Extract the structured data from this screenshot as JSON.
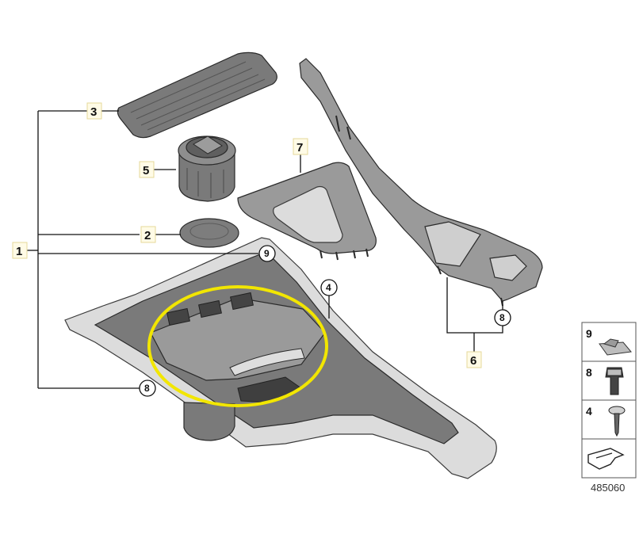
{
  "diagram": {
    "callouts": {
      "c1": "1",
      "c2": "2",
      "c3": "3",
      "c4": "4",
      "c5": "5",
      "c6": "6",
      "c7": "7",
      "c8a": "8",
      "c8b": "8",
      "c9": "9"
    },
    "legend": {
      "items": [
        {
          "num": "9"
        },
        {
          "num": "8"
        },
        {
          "num": "4"
        }
      ]
    },
    "code": "485060",
    "colors": {
      "highlight": "#f2e600",
      "line": "#111111"
    }
  }
}
